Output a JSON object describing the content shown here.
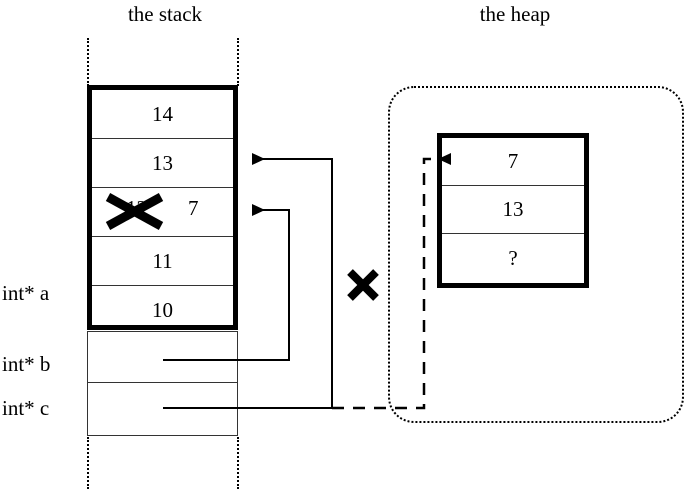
{
  "titles": {
    "stack": "the stack",
    "heap": "the heap"
  },
  "stack": {
    "cells": [
      {
        "value": "14",
        "struck": false,
        "extra": ""
      },
      {
        "value": "13",
        "struck": false,
        "extra": ""
      },
      {
        "value": "12",
        "struck": true,
        "extra": "7"
      },
      {
        "value": "11",
        "struck": false,
        "extra": ""
      },
      {
        "value": "10",
        "struck": false,
        "extra": ""
      }
    ],
    "pointers": [
      {
        "label": "int* a"
      },
      {
        "label": "int* b"
      },
      {
        "label": "int* c"
      }
    ]
  },
  "heap": {
    "cells": [
      {
        "value": "7"
      },
      {
        "value": "13"
      },
      {
        "value": "?"
      }
    ]
  },
  "annotations": {
    "strike_mark": "x-strike-mark",
    "invalidated_pointer_mark": "x-cross-mark"
  },
  "colors": {
    "ink": "#000000",
    "hairline": "#333333",
    "background": "#ffffff"
  }
}
